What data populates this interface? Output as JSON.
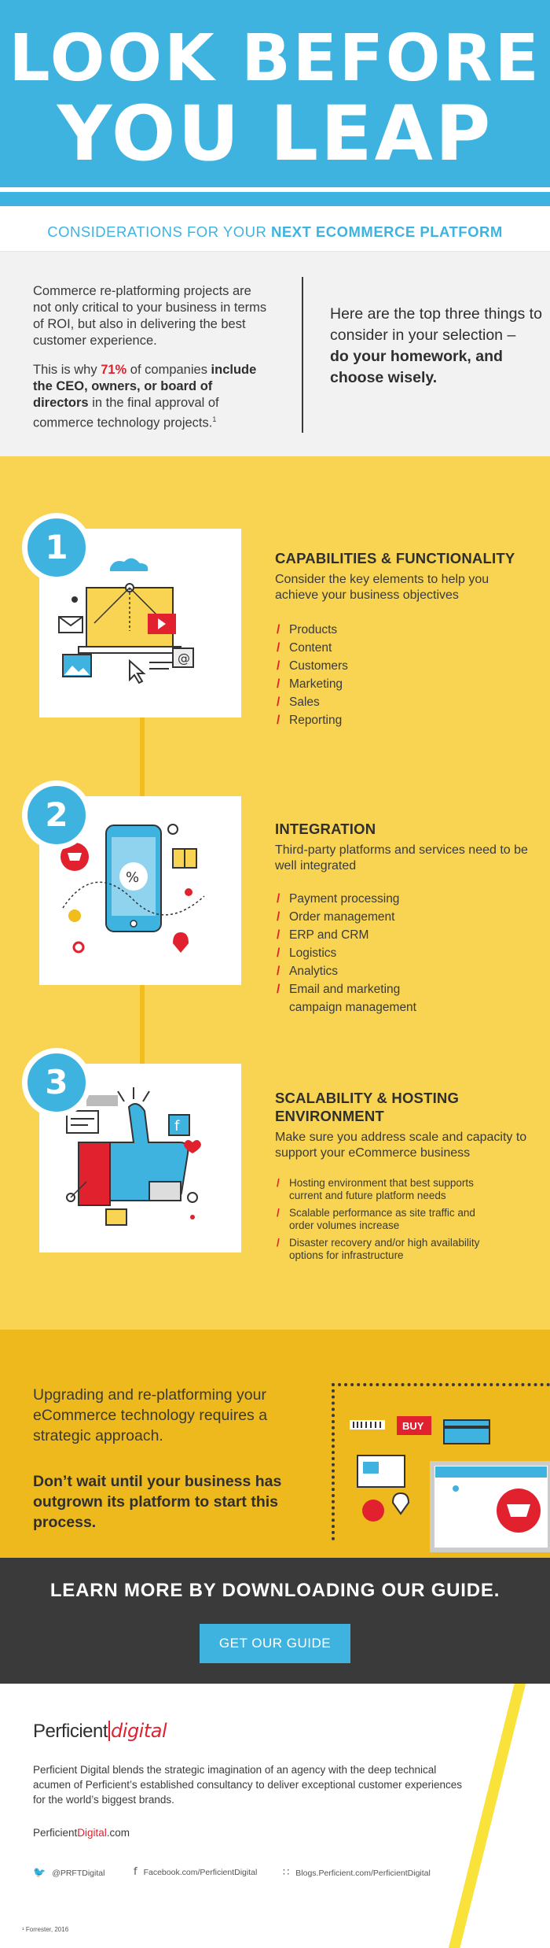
{
  "hero": {
    "line1": "LOOK BEFORE",
    "line2": "YOU LEAP",
    "subtitle_plain": "CONSIDERATIONS FOR YOUR ",
    "subtitle_bold": "NEXT ECOMMERCE PLATFORM"
  },
  "intro": {
    "p1": "Commerce re-platforming projects are not only critical to your business in terms of ROI, but also in delivering the best customer experience.",
    "p2_a": "This is why ",
    "p2_pct": "71%",
    "p2_b": " of companies ",
    "p2_bold": "include the CEO, owners, or board of directors",
    "p2_c": " in the final approval of commerce technology projects.",
    "p2_sup": "1",
    "right_plain": "Here are the top three things to consider in your selection –",
    "right_bold": "do your homework, and choose wisely."
  },
  "steps": [
    {
      "number": "1",
      "title": "CAPABILITIES & FUNCTIONALITY",
      "desc": "Consider the key elements to help you achieve your business objectives",
      "items": [
        "Products",
        "Content",
        "Customers",
        "Marketing",
        "Sales",
        "Reporting"
      ]
    },
    {
      "number": "2",
      "title": "INTEGRATION",
      "desc": "Third-party platforms and services need to be well integrated",
      "items": [
        "Payment processing",
        "Order management",
        "ERP and CRM",
        "Logistics",
        "Analytics",
        "Email and marketing campaign management"
      ]
    },
    {
      "number": "3",
      "title": "SCALABILITY & HOSTING ENVIRONMENT",
      "desc": "Make sure you address scale and capacity to support your eCommerce business",
      "items": [
        "Hosting environment that best supports current and future platform needs",
        "Scalable performance as site traffic and order volumes increase",
        "Disaster recovery and/or high availability options for infrastructure"
      ]
    }
  ],
  "band": {
    "t1": "Upgrading and re-platforming your eCommerce technology requires a strategic approach.",
    "t2": "Don’t wait until your business has outgrown its platform to start this process.",
    "buy": "BUY"
  },
  "cta": {
    "heading": "LEARN MORE BY DOWNLOADING OUR GUIDE.",
    "button": "GET OUR GUIDE"
  },
  "footer": {
    "logo_a": "Perficient",
    "logo_b": "digital",
    "about": "Perficient Digital blends the strategic imagination of an agency with the deep technical acumen of Perficient’s established consultancy to deliver exceptional customer experiences for the world’s biggest brands.",
    "site_a": "Perficient",
    "site_b": "Digital",
    "site_c": ".com",
    "twitter": "@PRFTDigital",
    "facebook": "Facebook.com/PerficientDigital",
    "blog": "Blogs.Perficient.com/PerficientDigital",
    "footnote": "¹ Forrester, 2016"
  },
  "colors": {
    "blue": "#3fb3e0",
    "yellow": "#f8d452",
    "dark_yellow": "#eeb91d",
    "red": "#e2212e",
    "charcoal": "#3a3a3a"
  }
}
